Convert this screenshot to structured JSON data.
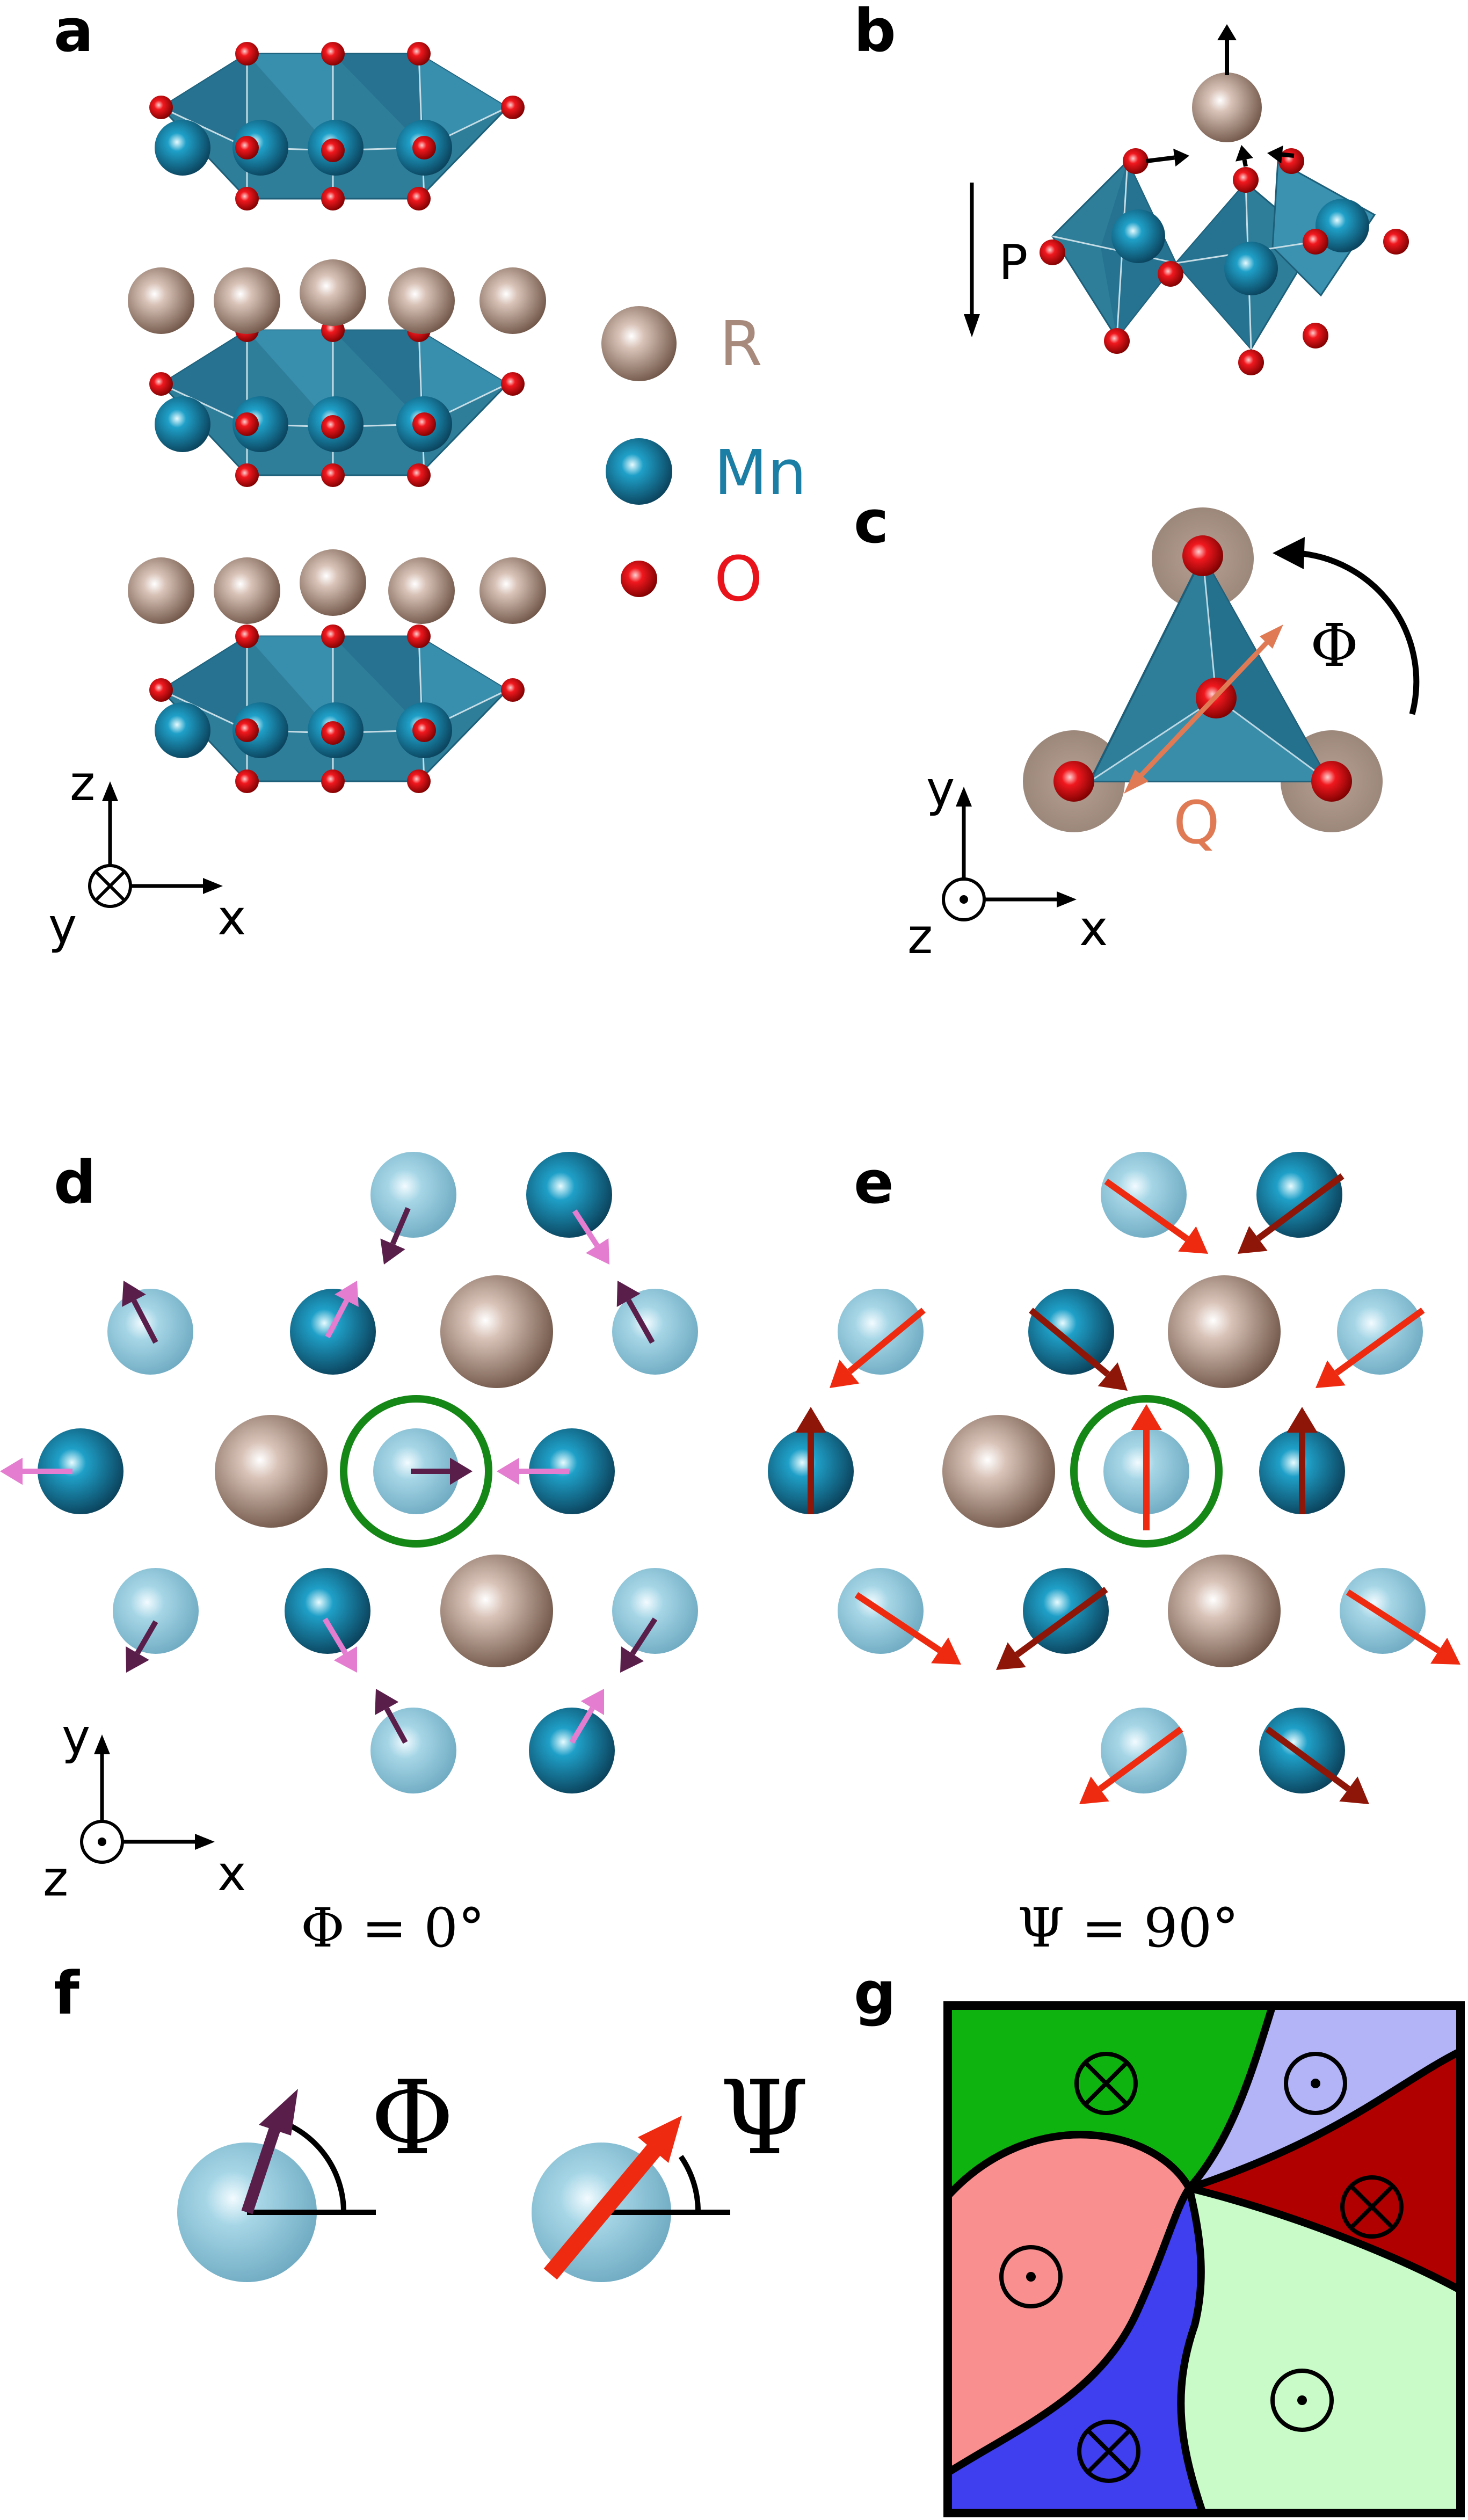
{
  "panels": {
    "a": {
      "label": "a"
    },
    "b": {
      "label": "b",
      "polarization": "P"
    },
    "c": {
      "label": "c",
      "phi_symbol": "Φ",
      "q_label": "Q"
    },
    "d": {
      "label": "d",
      "caption": "Φ = 0°"
    },
    "e": {
      "label": "e",
      "caption": "Ψ = 90°"
    },
    "f": {
      "label": "f",
      "phi_symbol": "Φ",
      "psi_symbol": "Ψ"
    },
    "g": {
      "label": "g"
    }
  },
  "legend": {
    "items": [
      {
        "label": "R",
        "color": "#b08a78"
      },
      {
        "label": "Mn",
        "color": "#1b7ea4"
      },
      {
        "label": "O",
        "color": "#e8131b"
      }
    ]
  },
  "axes": {
    "a": {
      "vertical": "z",
      "horizontal": "x",
      "out_of_plane": "y"
    },
    "c": {
      "vertical": "y",
      "horizontal": "x",
      "out_of_plane": "z"
    },
    "d": {
      "vertical": "y",
      "horizontal": "x",
      "out_of_plane": "z"
    }
  },
  "colors": {
    "r_atom": "#a88a7d",
    "mn_atom": "#1a6f93",
    "mn_atom_light": "#98cde0",
    "o_atom": "#e0141b",
    "octahedron": "#2e7e9a",
    "phi_arrow_dark": "#5a1e4b",
    "phi_arrow_pink": "#e47ccf",
    "psi_arrow_red": "#ee2a10",
    "psi_arrow_dark": "#8e1608",
    "highlight_ring": "#158717",
    "q_arrow": "#e07a55",
    "domain_green": "#0fb30f",
    "domain_lavender": "#b3b3f7",
    "domain_darkred": "#b00000",
    "domain_lightgreen": "#c8fbc8",
    "domain_blue": "#3f3ff0",
    "domain_pink": "#fa8f8f"
  },
  "domains": [
    {
      "color": "green",
      "polarization": "into page"
    },
    {
      "color": "lavender",
      "polarization": "out of page"
    },
    {
      "color": "dark red",
      "polarization": "into page"
    },
    {
      "color": "light green",
      "polarization": "out of page"
    },
    {
      "color": "blue",
      "polarization": "into page"
    },
    {
      "color": "pink",
      "polarization": "out of page"
    }
  ]
}
